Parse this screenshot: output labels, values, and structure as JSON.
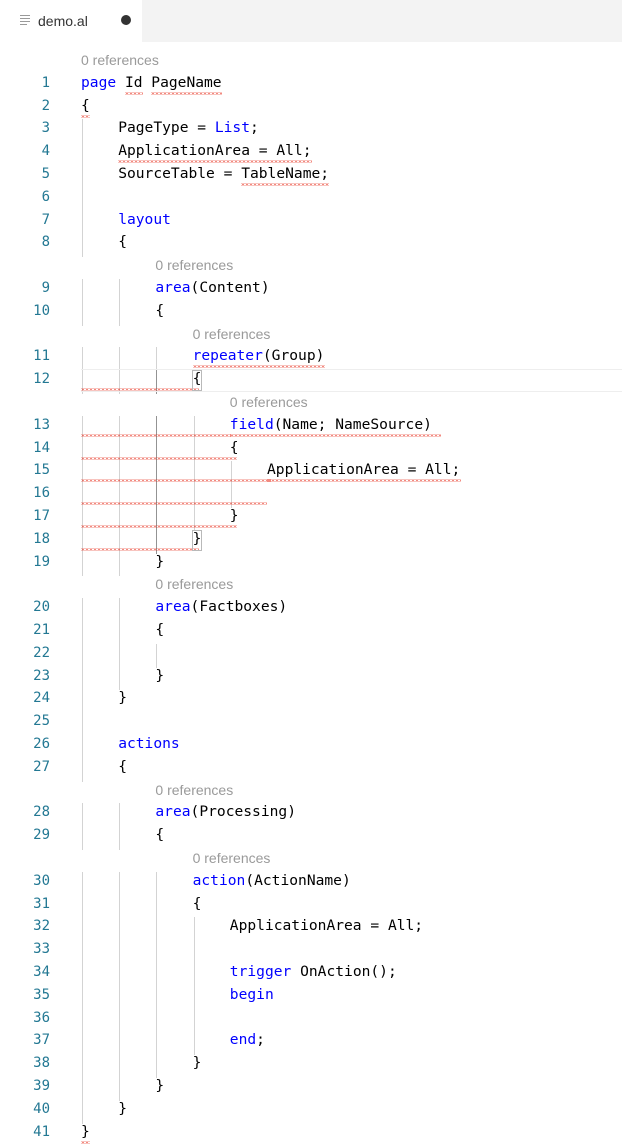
{
  "tab": {
    "title": "demo.al",
    "dirty_indicator": "●",
    "file_icon": "lines-file-icon"
  },
  "codelens_text": "0 references",
  "lines": [
    {
      "n": "1",
      "indent": 0,
      "segs": [
        [
          "kw",
          "page"
        ],
        [
          "t",
          " Id PageName"
        ]
      ]
    },
    {
      "n": "2",
      "indent": 0,
      "segs": [
        [
          "t",
          "{"
        ]
      ]
    },
    {
      "n": "3",
      "indent": 1,
      "segs": [
        [
          "t",
          "PageType = "
        ],
        [
          "kw",
          "List"
        ],
        [
          "t",
          ";"
        ]
      ]
    },
    {
      "n": "4",
      "indent": 1,
      "segs": [
        [
          "t",
          "ApplicationArea = All;"
        ]
      ]
    },
    {
      "n": "5",
      "indent": 1,
      "segs": [
        [
          "t",
          "SourceTable = TableName;"
        ]
      ]
    },
    {
      "n": "6",
      "indent": 1,
      "segs": []
    },
    {
      "n": "7",
      "indent": 1,
      "segs": [
        [
          "kw",
          "layout"
        ]
      ]
    },
    {
      "n": "8",
      "indent": 1,
      "segs": [
        [
          "t",
          "{"
        ]
      ]
    },
    {
      "n": "9",
      "indent": 2,
      "lens": true,
      "segs": [
        [
          "kw",
          "area"
        ],
        [
          "t",
          "(Content)"
        ]
      ]
    },
    {
      "n": "10",
      "indent": 2,
      "segs": [
        [
          "t",
          "{"
        ]
      ]
    },
    {
      "n": "11",
      "indent": 3,
      "lens": true,
      "segs": [
        [
          "kw",
          "repeater"
        ],
        [
          "t",
          "(Group)"
        ]
      ]
    },
    {
      "n": "12",
      "indent": 3,
      "segs": [
        [
          "t",
          "{"
        ]
      ]
    },
    {
      "n": "13",
      "indent": 4,
      "lens": true,
      "segs": [
        [
          "kw",
          "field"
        ],
        [
          "t",
          "(Name; NameSource)"
        ]
      ]
    },
    {
      "n": "14",
      "indent": 4,
      "segs": [
        [
          "t",
          "{"
        ]
      ]
    },
    {
      "n": "15",
      "indent": 5,
      "segs": [
        [
          "t",
          "ApplicationArea = All;"
        ]
      ]
    },
    {
      "n": "16",
      "indent": 5,
      "segs": []
    },
    {
      "n": "17",
      "indent": 4,
      "segs": [
        [
          "t",
          "}"
        ]
      ]
    },
    {
      "n": "18",
      "indent": 3,
      "segs": [
        [
          "t",
          "}"
        ]
      ]
    },
    {
      "n": "19",
      "indent": 2,
      "segs": [
        [
          "t",
          "}"
        ]
      ]
    },
    {
      "n": "20",
      "indent": 2,
      "lens": true,
      "segs": [
        [
          "kw",
          "area"
        ],
        [
          "t",
          "(Factboxes)"
        ]
      ]
    },
    {
      "n": "21",
      "indent": 2,
      "segs": [
        [
          "t",
          "{"
        ]
      ]
    },
    {
      "n": "22",
      "indent": 3,
      "segs": []
    },
    {
      "n": "23",
      "indent": 2,
      "segs": [
        [
          "t",
          "}"
        ]
      ]
    },
    {
      "n": "24",
      "indent": 1,
      "segs": [
        [
          "t",
          "}"
        ]
      ]
    },
    {
      "n": "25",
      "indent": 1,
      "segs": []
    },
    {
      "n": "26",
      "indent": 1,
      "segs": [
        [
          "kw",
          "actions"
        ]
      ]
    },
    {
      "n": "27",
      "indent": 1,
      "segs": [
        [
          "t",
          "{"
        ]
      ]
    },
    {
      "n": "28",
      "indent": 2,
      "lens": true,
      "segs": [
        [
          "kw",
          "area"
        ],
        [
          "t",
          "(Processing)"
        ]
      ]
    },
    {
      "n": "29",
      "indent": 2,
      "segs": [
        [
          "t",
          "{"
        ]
      ]
    },
    {
      "n": "30",
      "indent": 3,
      "lens": true,
      "segs": [
        [
          "kw",
          "action"
        ],
        [
          "t",
          "(ActionName)"
        ]
      ]
    },
    {
      "n": "31",
      "indent": 3,
      "segs": [
        [
          "t",
          "{"
        ]
      ]
    },
    {
      "n": "32",
      "indent": 4,
      "segs": [
        [
          "t",
          "ApplicationArea = All;"
        ]
      ]
    },
    {
      "n": "33",
      "indent": 4,
      "segs": []
    },
    {
      "n": "34",
      "indent": 4,
      "segs": [
        [
          "kw",
          "trigger"
        ],
        [
          "t",
          " OnAction();"
        ]
      ]
    },
    {
      "n": "35",
      "indent": 4,
      "segs": [
        [
          "kw",
          "begin"
        ]
      ]
    },
    {
      "n": "36",
      "indent": 4,
      "segs": []
    },
    {
      "n": "37",
      "indent": 4,
      "segs": [
        [
          "kw",
          "end"
        ],
        [
          "t",
          ";"
        ]
      ]
    },
    {
      "n": "38",
      "indent": 3,
      "segs": [
        [
          "t",
          "}"
        ]
      ]
    },
    {
      "n": "39",
      "indent": 2,
      "segs": [
        [
          "t",
          "}"
        ]
      ]
    },
    {
      "n": "40",
      "indent": 1,
      "segs": [
        [
          "t",
          "}"
        ]
      ]
    },
    {
      "n": "41",
      "indent": 0,
      "segs": [
        [
          "t",
          "}"
        ]
      ]
    }
  ],
  "colors": {
    "keyword": "#0000ff",
    "text": "#000000",
    "line_number": "#237893",
    "codelens": "#9a9a9a",
    "error_squiggle": "#e51400"
  }
}
